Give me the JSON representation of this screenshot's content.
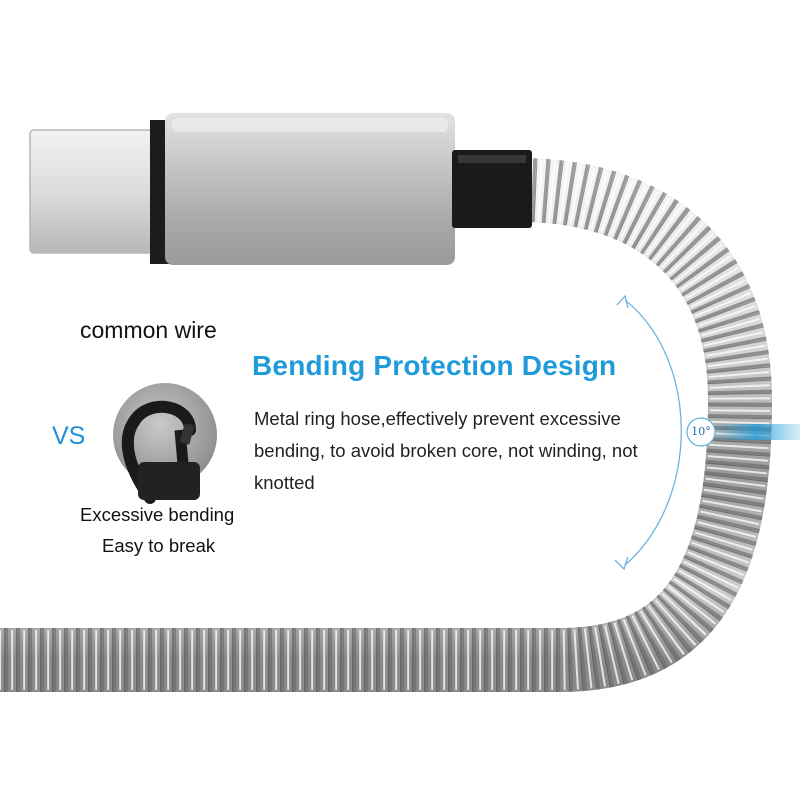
{
  "comparison": {
    "common_wire_label": "common wire",
    "vs_label": "VS",
    "caption_line1": "Excessive bending",
    "caption_line2": "Easy to break"
  },
  "feature": {
    "headline": "Bending Protection Design",
    "description": "Metal ring hose,effectively prevent excessive bending, to avoid broken core, not winding, not knotted",
    "angle_label": "10°"
  },
  "colors": {
    "accent_blue": "#1e9bd8",
    "vs_blue": "#1f8fd6",
    "metal_silver": "#c8c8c8",
    "connector_black": "#1a1a1a"
  },
  "icons": [
    "usb-c-connector-icon",
    "bent-cable-icon",
    "metal-spring-hose-icon",
    "bend-arc-arrow-icon"
  ]
}
